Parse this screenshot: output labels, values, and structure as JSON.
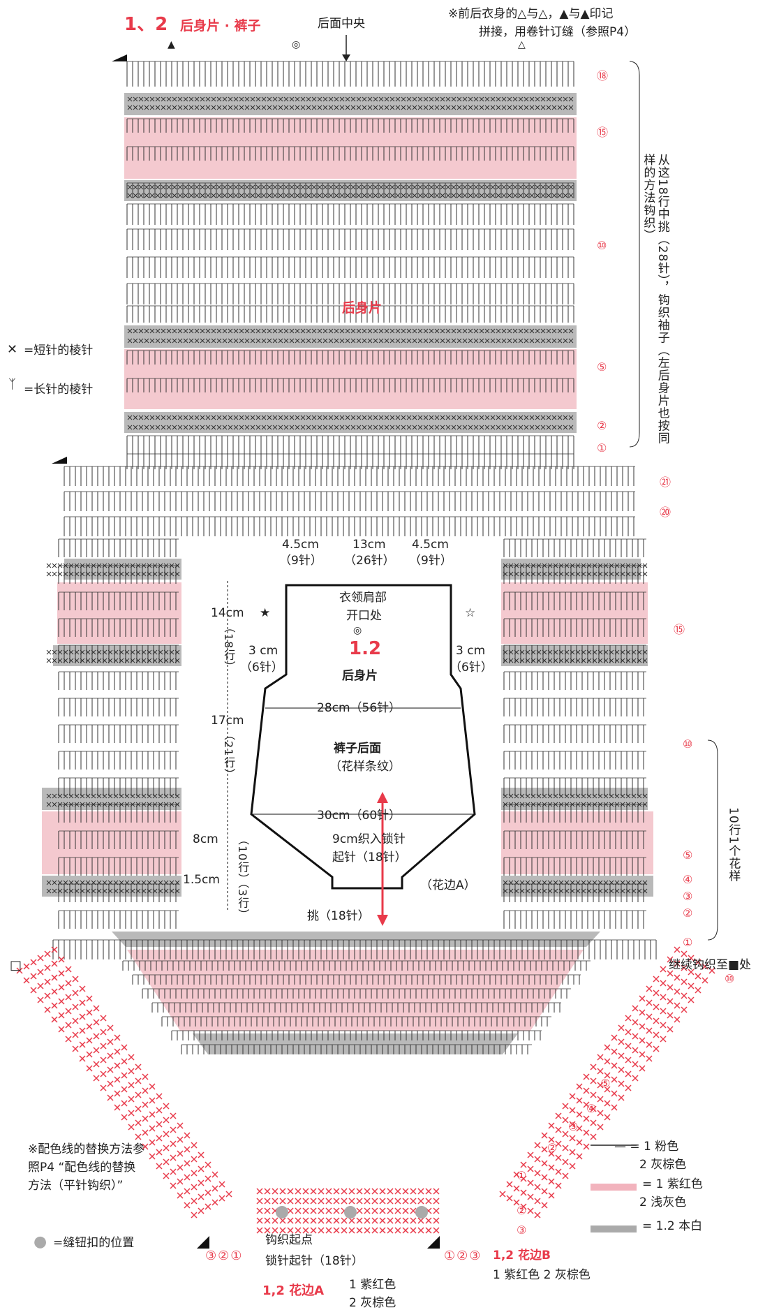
{
  "title": {
    "number": "1、2",
    "text": "后身片 · 裤子"
  },
  "top_center_label": "后面中央",
  "note_top_line1": "※前后衣身的△与△，▲与▲印记",
  "note_top_line2": "拼接，用卷针订缝（参照P4）",
  "marks": {
    "filled_triangle": "▲",
    "open_triangle": "△",
    "circle": "◎",
    "star_filled": "★",
    "star_open": "☆"
  },
  "vertical_note": "从这18行中挑（28针），钩织袖子（左后身片也按同样的方法钩织）",
  "back_piece_label": "后身片",
  "legend_symbols": {
    "sc_label": "=短针的棱针",
    "dc_label": "=长针的棱针"
  },
  "back_row_labels": [
    "⑱",
    "⑮",
    "⑩",
    "⑤",
    "②",
    "①"
  ],
  "pants_row_labels_top": [
    "㉑",
    "⑳",
    "⑮"
  ],
  "pants_row_labels_right": [
    "⑩",
    "⑤",
    "④",
    "③",
    "②",
    "①"
  ],
  "right_bracket_text": "10行1个花样",
  "schematic": {
    "top_measures": [
      {
        "cm": "4.5cm",
        "st": "（9针）"
      },
      {
        "cm": "13cm",
        "st": "（26针）"
      },
      {
        "cm": "4.5cm",
        "st": "（9针）"
      }
    ],
    "neck_label_line1": "衣领肩部",
    "neck_label_line2": "开口处",
    "left_step": {
      "cm": "3 cm",
      "st": "（6针）"
    },
    "right_step": {
      "cm": "3 cm",
      "st": "（6针）"
    },
    "piece_number": "1.2",
    "piece_name": "后身片",
    "width_28": "28cm（56针）",
    "pants_back": "裤子后面",
    "pattern_stripe": "（花样条纹）",
    "width_30": "30cm（60针）",
    "chain_line1": "9cm织入锁针",
    "chain_line2": "起针（18针）",
    "edge_a": "（花边A）",
    "pick_up": "挑（18针）",
    "heights": [
      {
        "cm": "14cm",
        "rows": "（18行）"
      },
      {
        "cm": "17cm",
        "rows": "（21行）"
      },
      {
        "cm": "8cm",
        "rows": "（10行）"
      },
      {
        "cm": "1.5cm",
        "rows": "（3行）"
      }
    ]
  },
  "continue_label": "继续钩织至■处",
  "continue_row": "⑩",
  "left_corner_mark": "□",
  "bottom_row_labels": [
    "⑤",
    "④",
    "③",
    "②",
    "①",
    "②",
    "③"
  ],
  "bottom_left_numbers": "③②①",
  "bottom_right_numbers": "①②③",
  "start_point": "钩织起点",
  "start_chain": "锁针起针（18针）",
  "note_bottom_line1": "※配色线的替换方法参",
  "note_bottom_line2": "照P4 “配色线的替换",
  "note_bottom_line3": "方法（平针钩织）”",
  "button_legend": "=缝钮扣的位置",
  "edge_b": {
    "title": "1,2 花边B",
    "desc": "1 紫红色  2 灰棕色"
  },
  "edge_a_legend": {
    "title": "1,2 花边A",
    "line1": "1 紫红色",
    "line2": "2 灰棕色"
  },
  "color_legend": [
    {
      "line1": "— = 1 粉色",
      "line2": "2 灰棕色",
      "color": "#222222"
    },
    {
      "line1": "= 1 紫红色",
      "line2": "2 浅灰色",
      "color": "#f2b3bd"
    },
    {
      "line1": "= 1.2 本白",
      "line2": "",
      "color": "#aaaaaa"
    }
  ],
  "colors": {
    "accent": "#e83a4a",
    "pink_band": "#f4c9cf",
    "gray_band": "#b9b9b9",
    "line": "#333333"
  }
}
